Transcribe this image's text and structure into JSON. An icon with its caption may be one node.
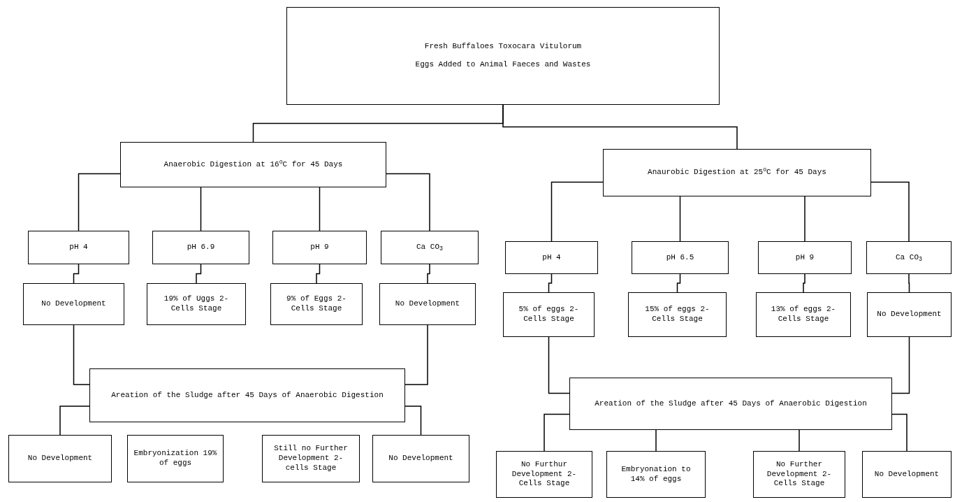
{
  "diagram": {
    "nodes": [
      {
        "text": [
          "Fresh Buffaloes Toxocara Vitulorum",
          "Eggs Added to Animal Faeces and Wastes"
        ]
      },
      {
        "text": [
          "Anaerobic Digestion at 16$^{o}$C for 45 Days"
        ]
      },
      {
        "text": [
          "Anaurobic Digestion at 25$^{o}$C for 45 Days"
        ]
      },
      {
        "text": [
          "pH 4"
        ]
      },
      {
        "text": [
          "pH 6.9"
        ]
      },
      {
        "text": [
          "pH 9"
        ]
      },
      {
        "text": [
          "Ca CO$_{3}$"
        ]
      },
      {
        "text": [
          "No Development"
        ]
      },
      {
        "text": [
          "19% of Uggs 2-Cells Stage"
        ]
      },
      {
        "text": [
          "9% of Eggs 2-Cells Stage"
        ]
      },
      {
        "text": [
          "No Development"
        ]
      },
      {
        "text": [
          "Areation of the Sludge after 45 Days of Anaerobic Digestion"
        ]
      },
      {
        "text": [
          "No Development"
        ]
      },
      {
        "text": [
          "Embryonization 19% of eggs"
        ]
      },
      {
        "text": [
          "Still no Further Development 2-cells Stage"
        ]
      },
      {
        "text": [
          "No Development"
        ]
      },
      {
        "text": [
          "pH 4"
        ]
      },
      {
        "text": [
          "pH 6.5"
        ]
      },
      {
        "text": [
          "pH 9"
        ]
      },
      {
        "text": [
          "Ca CO$_{3}$"
        ]
      },
      {
        "text": [
          "5% of eggs 2-Cells Stage"
        ]
      },
      {
        "text": [
          "15% of eggs 2-Cells Stage"
        ]
      },
      {
        "text": [
          "13% of eggs 2-Cells Stage"
        ]
      },
      {
        "text": [
          "No Development"
        ]
      },
      {
        "text": [
          "Areation of the Sludge after 45 Days of Anaerobic Digestion"
        ]
      },
      {
        "text": [
          "No Furthur Development 2-Cells Stage"
        ]
      },
      {
        "text": [
          "Embryonation to 14% of eggs"
        ]
      },
      {
        "text": [
          "No Further Development 2-Cells Stage"
        ]
      },
      {
        "text": [
          "No Development"
        ]
      }
    ],
    "edges": [
      {
        "from": 0,
        "to": 1,
        "arrow": "none"
      },
      {
        "from": 0,
        "to": 2,
        "arrow": "none"
      },
      {
        "from": 1,
        "to": 3,
        "arrow": "none"
      },
      {
        "from": 1,
        "to": 4,
        "arrow": "none"
      },
      {
        "from": 1,
        "to": 5,
        "arrow": "none"
      },
      {
        "from": 1,
        "to": 6,
        "arrow": "none"
      },
      {
        "from": 3,
        "to": 7,
        "arrow": "none"
      },
      {
        "from": 4,
        "to": 8,
        "arrow": "none"
      },
      {
        "from": 5,
        "to": 9,
        "arrow": "none"
      },
      {
        "from": 6,
        "to": 10,
        "arrow": "none"
      },
      {
        "from": 7,
        "to": 11,
        "arrow": "none"
      },
      {
        "from": 10,
        "to": 11,
        "arrow": "none"
      },
      {
        "from": 11,
        "to": 12,
        "arrow": "none"
      },
      {
        "from": 11,
        "to": 15,
        "arrow": "none"
      },
      {
        "from": 2,
        "to": 16,
        "arrow": "none"
      },
      {
        "from": 2,
        "to": 17,
        "arrow": "none"
      },
      {
        "from": 2,
        "to": 18,
        "arrow": "none"
      },
      {
        "from": 2,
        "to": 19,
        "arrow": "none"
      },
      {
        "from": 16,
        "to": 20,
        "arrow": "none"
      },
      {
        "from": 17,
        "to": 21,
        "arrow": "none"
      },
      {
        "from": 18,
        "to": 22,
        "arrow": "none"
      },
      {
        "from": 19,
        "to": 23,
        "arrow": "none"
      },
      {
        "from": 20,
        "to": 24,
        "arrow": "none"
      },
      {
        "from": 23,
        "to": 24,
        "arrow": "none"
      },
      {
        "from": 24,
        "to": 25,
        "arrow": "none"
      },
      {
        "from": 24,
        "to": 26,
        "arrow": "none"
      },
      {
        "from": 24,
        "to": 27,
        "arrow": "none"
      },
      {
        "from": 24,
        "to": 28,
        "arrow": "none"
      }
    ]
  }
}
